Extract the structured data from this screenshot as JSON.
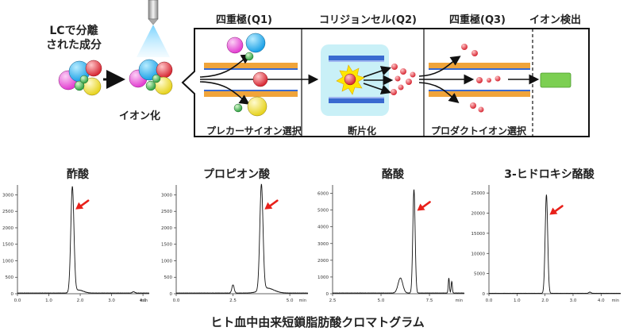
{
  "diagram": {
    "input_label_line1": "LCで分離",
    "input_label_line2": "された成分",
    "ionization_label": "イオン化",
    "stage_q1_label": "四重極(Q1)",
    "stage_q2_label": "コリジョンセル(Q2)",
    "stage_q3_label": "四重極(Q3)",
    "detector_label": "イオン検出",
    "q1_caption": "プレカーサイオン選択",
    "q2_caption": "断片化",
    "q3_caption": "プロダクトイオン選択"
  },
  "footer": {
    "caption": "ヒト血中由来短鎖脂肪酸クロマトグラム"
  },
  "colors": {
    "ion_magenta": "#e23bd0",
    "ion_blue": "#1aa0e6",
    "ion_red": "#e0303a",
    "ion_green": "#3bb44a",
    "ion_yellow": "#f2e23a",
    "detector_green": "#7ccf52",
    "rod_orange": "#f0a43a",
    "cell_fill": "#c9f0f7",
    "peak_arrow": "#e8201a"
  },
  "chart_data": [
    {
      "type": "line",
      "title": "酢酸",
      "xlim": [
        0,
        4.2
      ],
      "ylim": [
        0,
        3300
      ],
      "xticks": [
        0.0,
        1.0,
        2.0,
        3.0,
        4.0
      ],
      "xtick_labels": [
        "0.0",
        "1.0",
        "2.0",
        "3.0",
        "4.0"
      ],
      "yticks": [
        0,
        500,
        1000,
        1500,
        2000,
        2500,
        3000
      ],
      "ytick_labels": [
        "0",
        "500",
        "1000",
        "1500",
        "2000",
        "2500",
        "3000"
      ],
      "xunit": "min",
      "peaks": [
        {
          "x": 1.75,
          "height": 3200,
          "width": 0.05
        },
        {
          "x": 1.95,
          "height": 90,
          "width": 0.15
        },
        {
          "x": 3.7,
          "height": 40,
          "width": 0.04
        }
      ],
      "baseline": 20,
      "arrow_peak_index": 0
    },
    {
      "type": "line",
      "title": "プロピオン酸",
      "xlim": [
        0,
        5.8
      ],
      "ylim": [
        0,
        3300
      ],
      "xticks": [
        0.0,
        2.5,
        5.0
      ],
      "xtick_labels": [
        "0.0",
        "2.5",
        "5.0"
      ],
      "yticks": [
        0,
        500,
        1000,
        1500,
        2000,
        2500,
        3000
      ],
      "ytick_labels": [
        "0",
        "500",
        "1000",
        "1500",
        "2000",
        "2500",
        "3000"
      ],
      "xunit": "min",
      "peaks": [
        {
          "x": 2.5,
          "height": 250,
          "width": 0.05
        },
        {
          "x": 3.75,
          "height": 3200,
          "width": 0.07
        },
        {
          "x": 4.0,
          "height": 150,
          "width": 0.3
        }
      ],
      "baseline": 20,
      "arrow_peak_index": 1
    },
    {
      "type": "line",
      "title": "酪酸",
      "xlim": [
        2.5,
        9.3
      ],
      "ylim": [
        0,
        6500
      ],
      "xticks": [
        2.5,
        5.0,
        7.5
      ],
      "xtick_labels": [
        "2.5",
        "5.0",
        "7.5"
      ],
      "yticks": [
        0,
        1000,
        2000,
        3000,
        4000,
        5000,
        6000
      ],
      "ytick_labels": [
        "0",
        "1000",
        "2000",
        "3000",
        "4000",
        "5000",
        "6000"
      ],
      "xunit": "min",
      "peaks": [
        {
          "x": 6.0,
          "height": 900,
          "width": 0.12
        },
        {
          "x": 6.7,
          "height": 6200,
          "width": 0.06
        },
        {
          "x": 8.5,
          "height": 900,
          "width": 0.03
        },
        {
          "x": 8.65,
          "height": 700,
          "width": 0.03
        }
      ],
      "baseline": 40,
      "arrow_peak_index": 1
    },
    {
      "type": "line",
      "title": "3-ヒドロキシ酪酸",
      "xlim": [
        0,
        4.7
      ],
      "ylim": [
        0,
        27000
      ],
      "xticks": [
        0.0,
        1.0,
        2.0,
        3.0,
        4.0
      ],
      "xtick_labels": [
        "0.0",
        "1.0",
        "2.0",
        "3.0",
        "4.0"
      ],
      "yticks": [
        0,
        5000,
        10000,
        15000,
        20000,
        25000
      ],
      "ytick_labels": [
        "0",
        "5000",
        "10000",
        "15000",
        "20000",
        "25000"
      ],
      "xunit": "min",
      "peaks": [
        {
          "x": 2.05,
          "height": 24500,
          "width": 0.045
        },
        {
          "x": 3.6,
          "height": 300,
          "width": 0.04
        }
      ],
      "baseline": 100,
      "arrow_peak_index": 0
    }
  ]
}
